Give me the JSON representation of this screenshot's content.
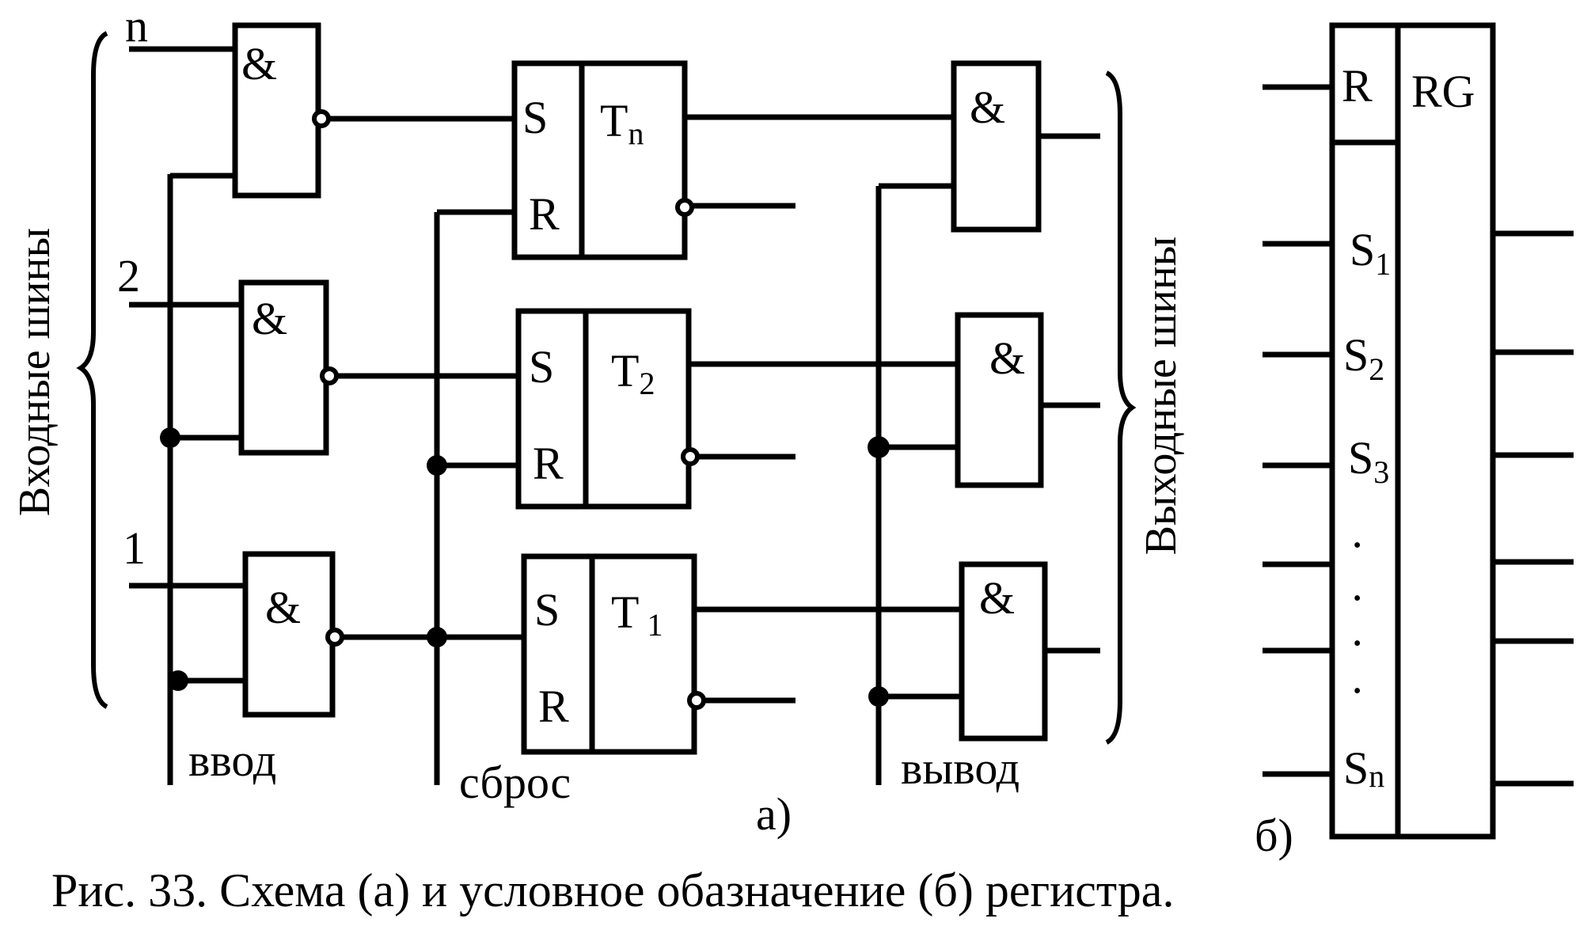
{
  "figure": {
    "caption": "Рис. 33. Схема (а) и условное обазначение (б) регистра.",
    "part_a_label": "а)",
    "part_b_label": "б)"
  },
  "buses": {
    "input": "Входные шины",
    "output": "Выходные шины"
  },
  "inputs": {
    "n": "n",
    "two": "2",
    "one": "1"
  },
  "control_lines": {
    "enter": "ввод",
    "reset": "сброс",
    "output": "вывод"
  },
  "gates": {
    "and_symbol": "&"
  },
  "triggers": {
    "set": "S",
    "reset": "R",
    "tn": {
      "letter": "T",
      "index": "n"
    },
    "t2": {
      "letter": "T",
      "index": "2"
    },
    "t1": {
      "letter": "T",
      "index": "1"
    }
  },
  "register": {
    "name": "RG",
    "reset": "R",
    "inputs": [
      {
        "letter": "S",
        "index": "1"
      },
      {
        "letter": "S",
        "index": "2"
      },
      {
        "letter": "S",
        "index": "3"
      },
      {
        "letter": "S",
        "index": "n"
      }
    ],
    "ellipsis": "·"
  }
}
